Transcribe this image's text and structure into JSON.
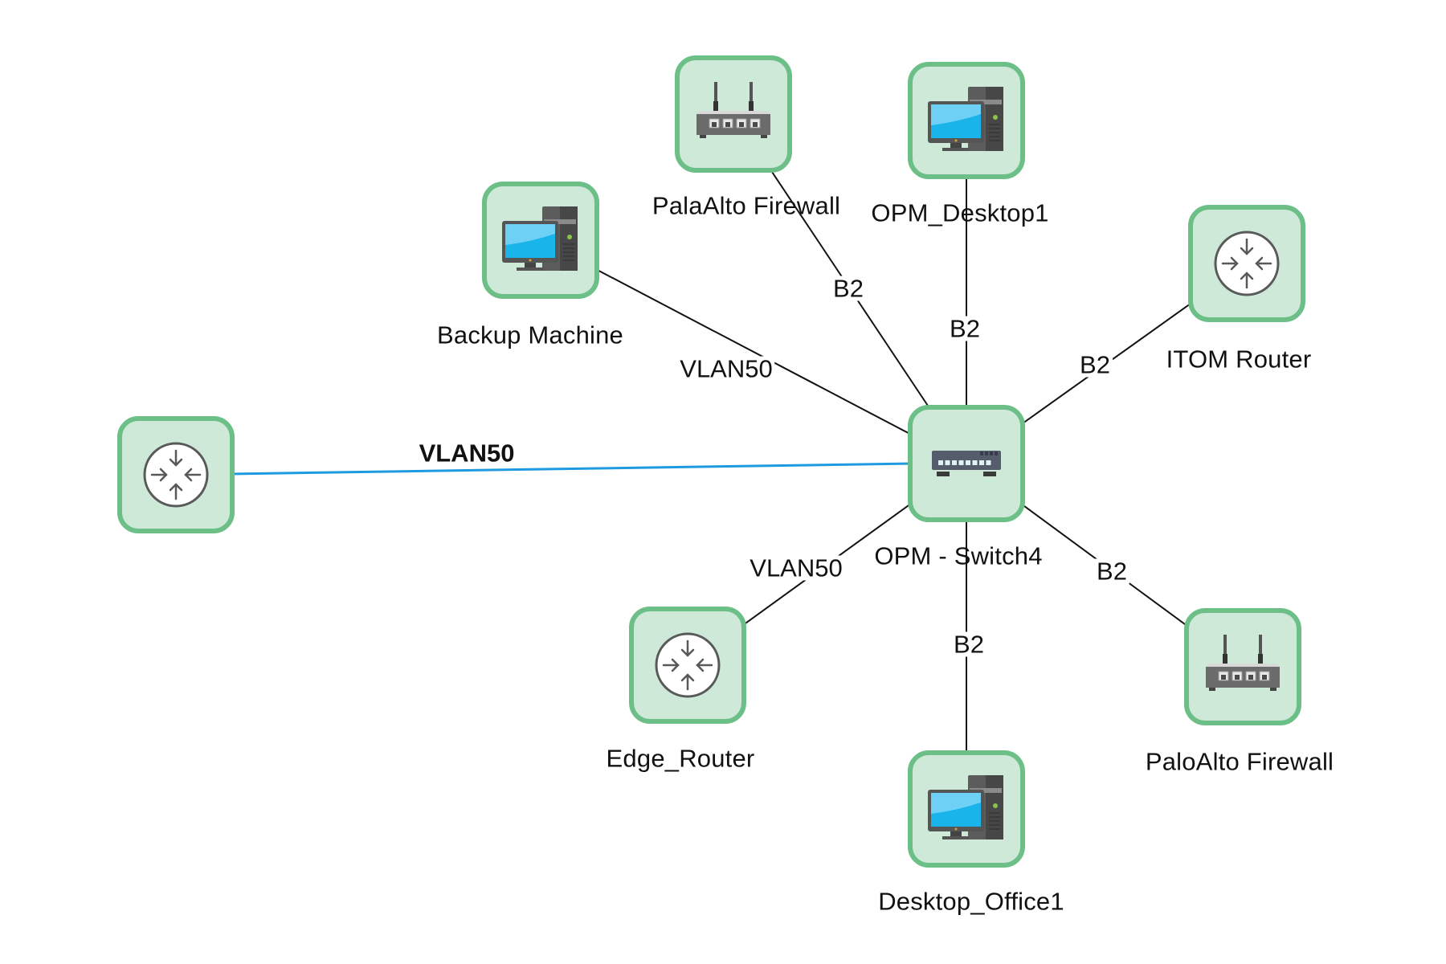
{
  "diagram": {
    "title": "Network Topology",
    "colors": {
      "node_border": "#6cbf87",
      "node_fill": "#cfe9d8",
      "link_default": "#111111",
      "link_highlight": "#1e9be0"
    },
    "nodes": [
      {
        "id": "switch4",
        "label": "OPM - Switch4",
        "icon": "switch-icon"
      },
      {
        "id": "palaalto",
        "label": "PalaAlto Firewall",
        "icon": "firewall-icon"
      },
      {
        "id": "desktop1",
        "label": "OPM_Desktop1",
        "icon": "desktop-icon"
      },
      {
        "id": "backup",
        "label": "Backup Machine",
        "icon": "desktop-icon"
      },
      {
        "id": "itom",
        "label": "ITOM Router",
        "icon": "router-icon"
      },
      {
        "id": "unnamed_router",
        "label": "",
        "icon": "router-icon"
      },
      {
        "id": "edge",
        "label": "Edge_Router",
        "icon": "router-icon"
      },
      {
        "id": "office1",
        "label": "Desktop_Office1",
        "icon": "desktop-icon"
      },
      {
        "id": "paloalto",
        "label": "PaloAlto Firewall",
        "icon": "firewall-icon"
      }
    ],
    "links": [
      {
        "from": "switch4",
        "to": "palaalto",
        "label": "B2",
        "highlight": false
      },
      {
        "from": "switch4",
        "to": "desktop1",
        "label": "B2",
        "highlight": false
      },
      {
        "from": "switch4",
        "to": "backup",
        "label": "VLAN50",
        "highlight": false
      },
      {
        "from": "switch4",
        "to": "itom",
        "label": "B2",
        "highlight": false
      },
      {
        "from": "switch4",
        "to": "unnamed_router",
        "label": "VLAN50",
        "highlight": true
      },
      {
        "from": "switch4",
        "to": "edge",
        "label": "VLAN50",
        "highlight": false
      },
      {
        "from": "switch4",
        "to": "office1",
        "label": "B2",
        "highlight": false
      },
      {
        "from": "switch4",
        "to": "paloalto",
        "label": "B2",
        "highlight": false
      }
    ]
  }
}
